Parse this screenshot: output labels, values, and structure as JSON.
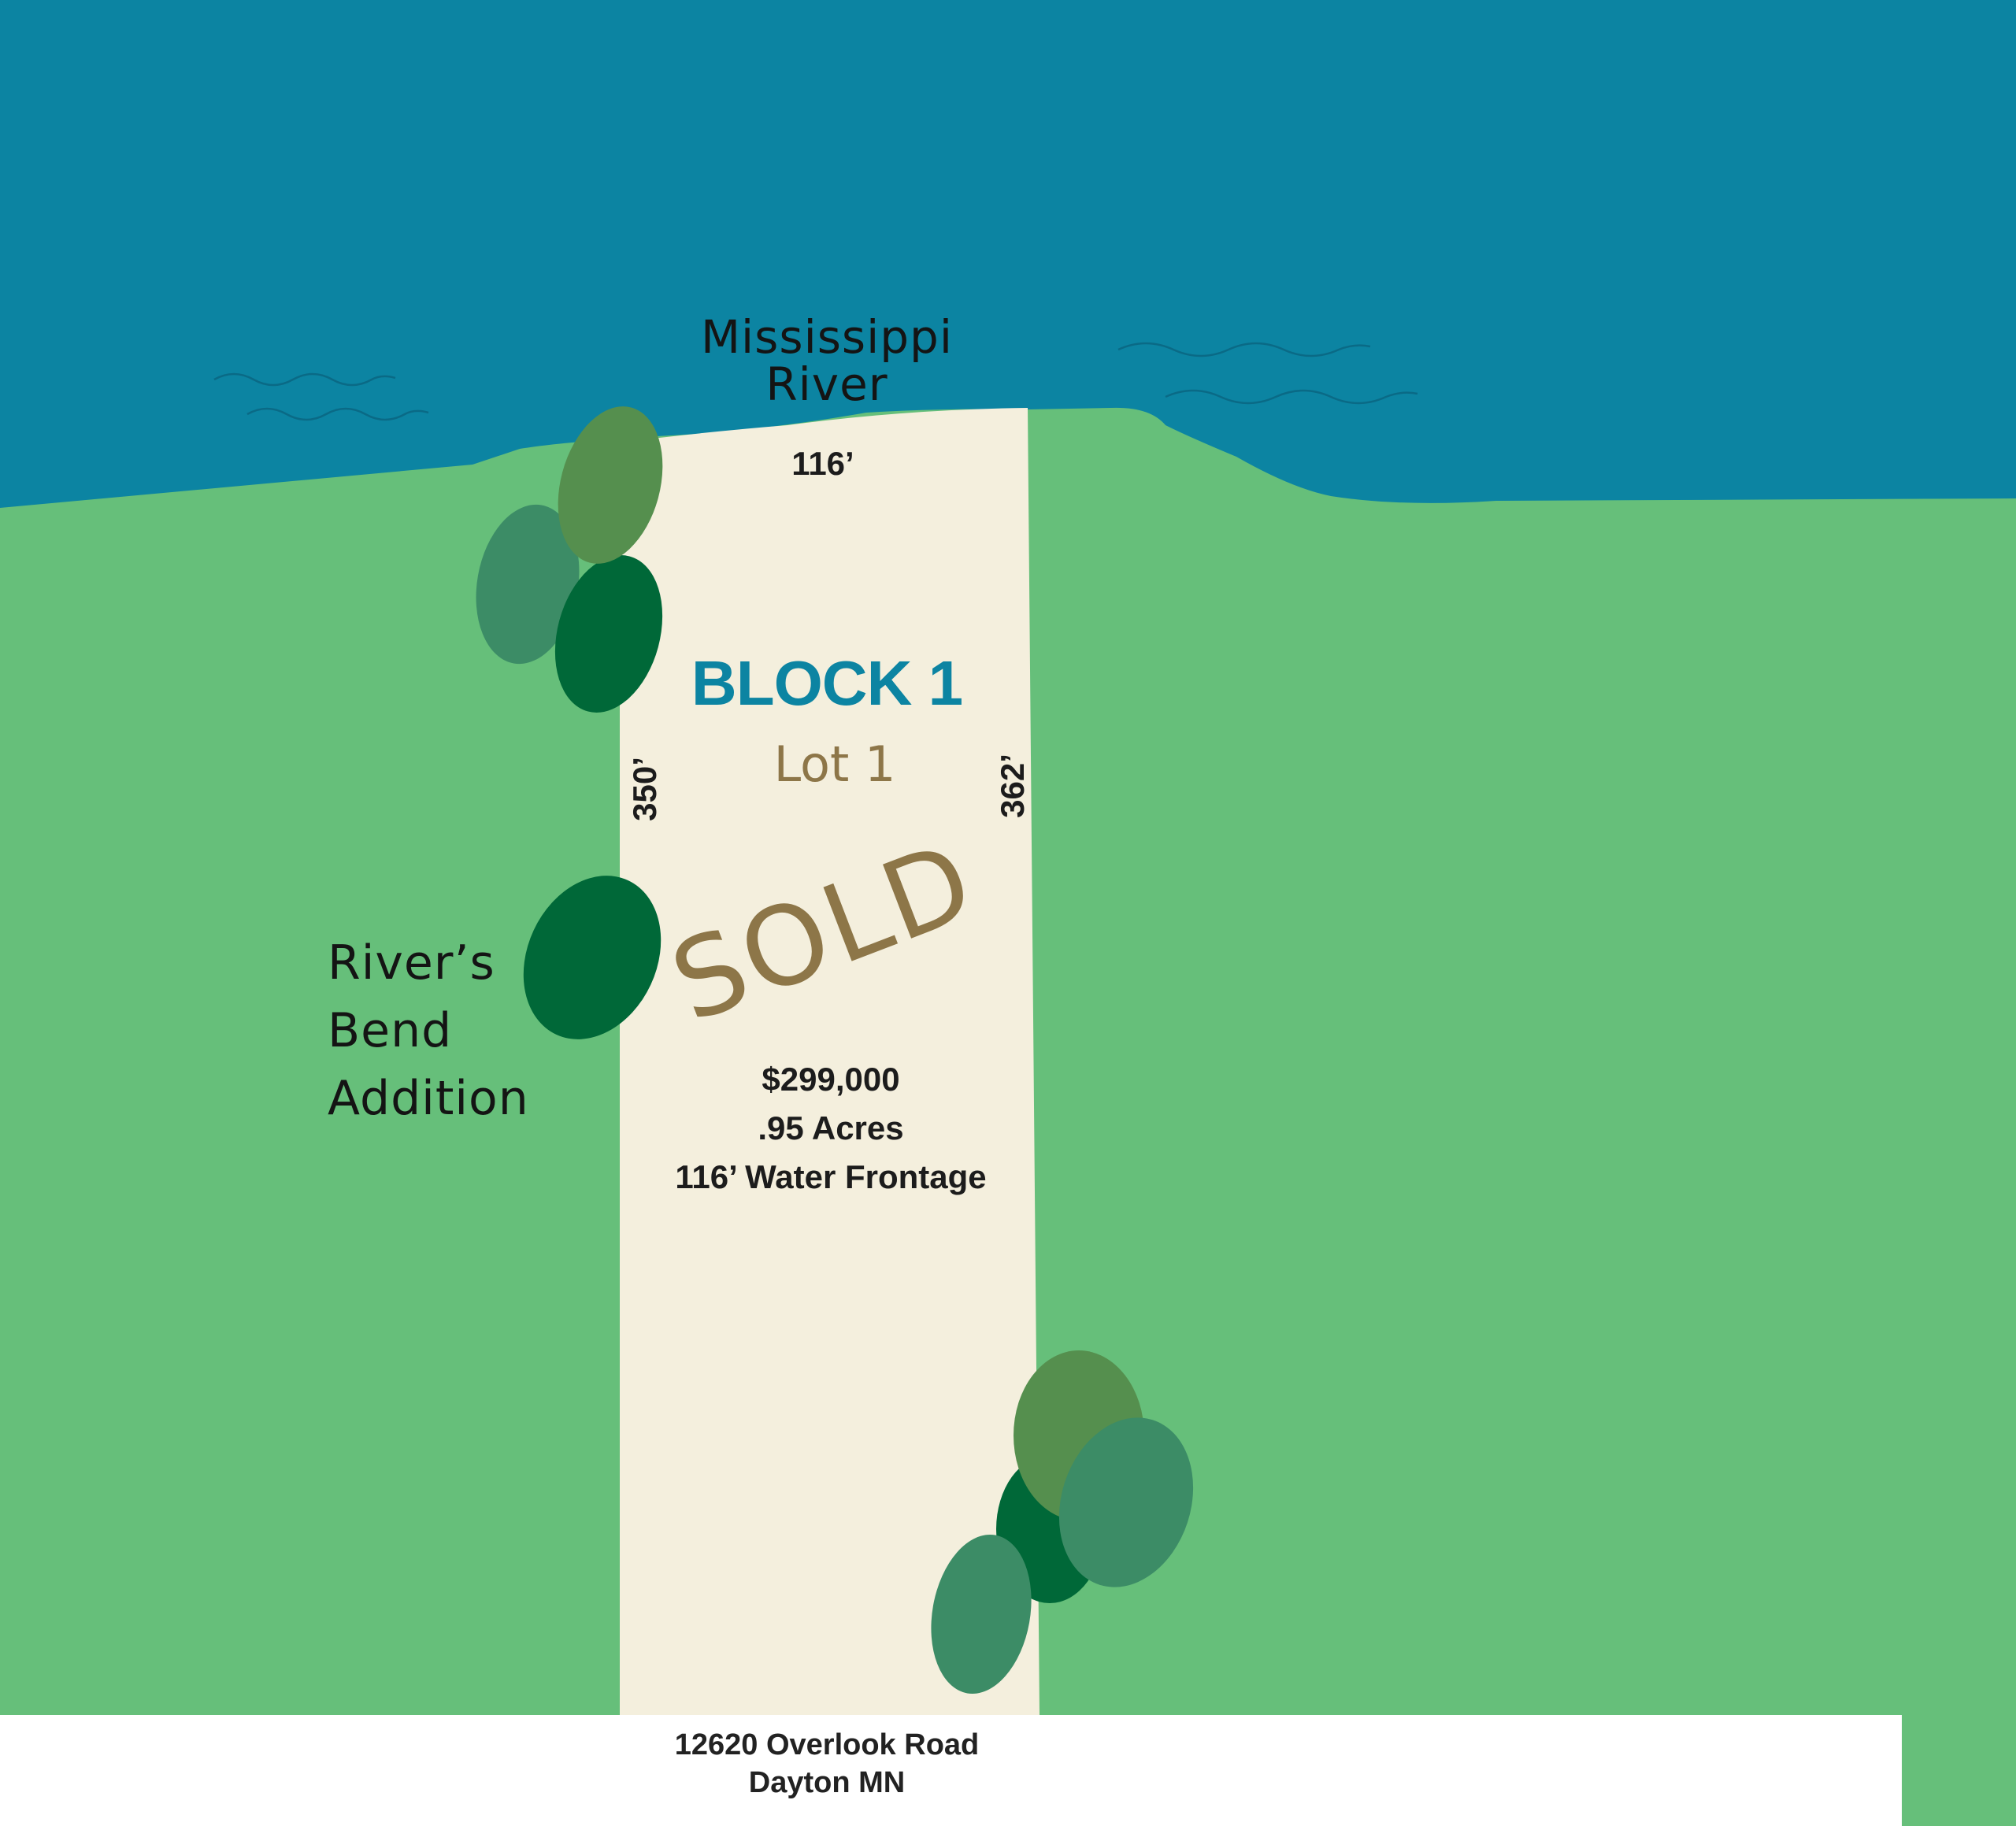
{
  "colors": {
    "river": "#0c84a2",
    "wave_line": "#0a6a86",
    "grass": "#66bf7a",
    "lot": "#f4efdd",
    "road": "#ffffff",
    "tree_olive": "#558f4e",
    "tree_teal": "#3c8c66",
    "tree_dark": "#006838",
    "block_text": "#0c84a2",
    "lot_text": "#8d7648",
    "text_dark": "#1c1c1c"
  },
  "river": {
    "name_line1": "Mississippi",
    "name_line2": "River"
  },
  "lot": {
    "block": "BLOCK 1",
    "lot_number": "Lot 1",
    "status": "SOLD",
    "frontage_dim": "116’",
    "left_side_dim": "350’",
    "right_side_dim": "362’",
    "price": "$299,000",
    "acreage": ".95 Acres",
    "water_frontage": "116’ Water Frontage"
  },
  "subdivision": {
    "line1": "River’s",
    "line2": "Bend",
    "line3": "Addition"
  },
  "address": {
    "street": "12620 Overlook Road",
    "city": "Dayton MN"
  },
  "icons": [
    "tree-icon",
    "wave-icon"
  ]
}
